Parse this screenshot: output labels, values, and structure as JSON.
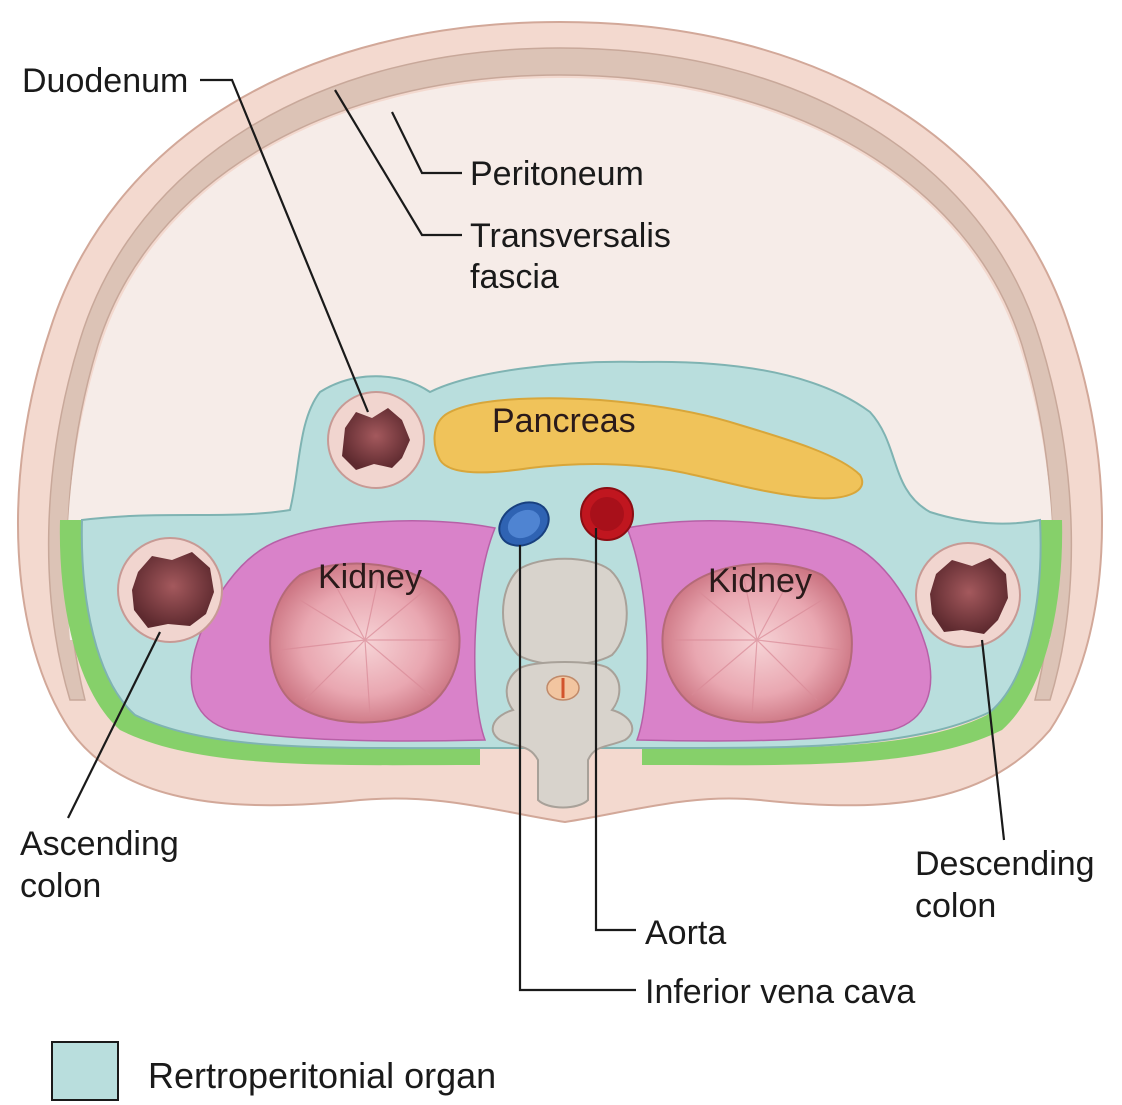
{
  "labels": {
    "duodenum": "Duodenum",
    "peritoneum": "Peritoneum",
    "transversalis_line1": "Transversalis",
    "transversalis_line2": "fascia",
    "pancreas": "Pancreas",
    "kidney_left": "Kidney",
    "kidney_right": "Kidney",
    "ascending_line1": "Ascending",
    "ascending_line2": "colon",
    "descending_line1": "Descending",
    "descending_line2": "colon",
    "aorta": "Aorta",
    "ivc": "Inferior vena cava"
  },
  "legend": {
    "label": "Rertroperitonial organ",
    "swatch_color": "#b9dedd"
  },
  "colors": {
    "skin": "#f3d9cf",
    "wall_band": "#dcc3b6",
    "cavity": "#f6ece8",
    "retroperitoneal": "#b9dedd",
    "kidney_fat": "#d982c9",
    "kidney": "#e9a7b1",
    "pancreas": "#f0c35a",
    "bowel": "#7a3a3f",
    "green_band": "#86d06a",
    "aorta": "#c0161f",
    "ivc": "#2f63b3",
    "bone": "#d8d3cc"
  }
}
